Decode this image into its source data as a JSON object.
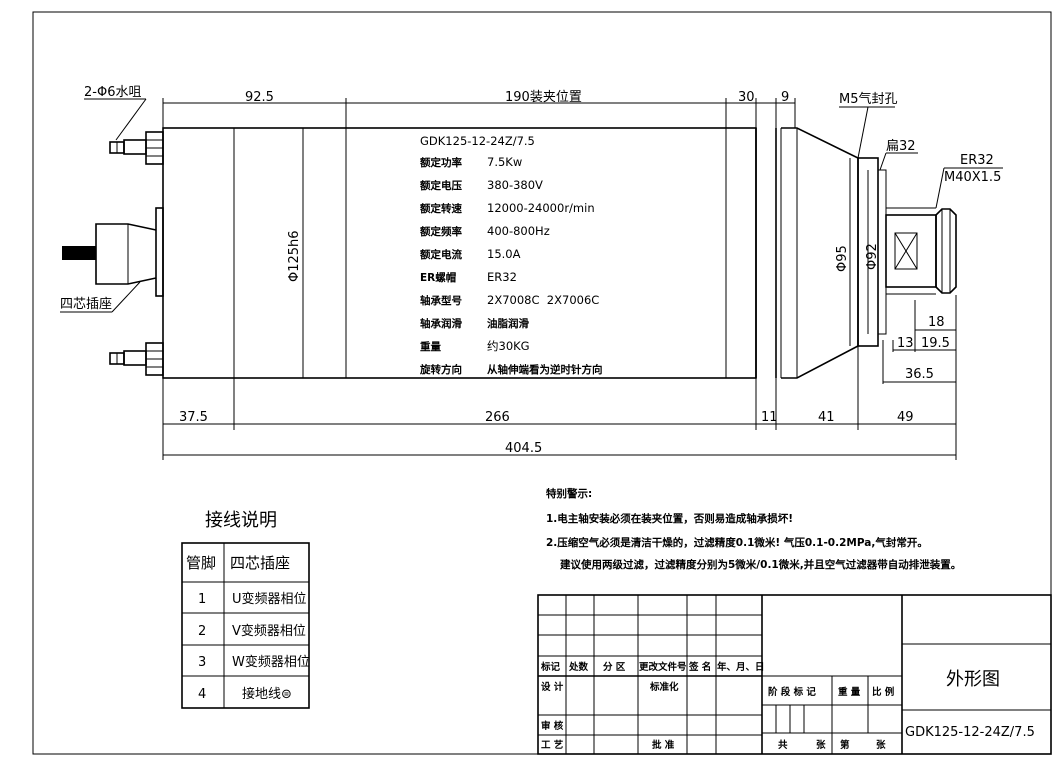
{
  "labels": {
    "water_nozzle": "2-Φ6水咀",
    "four_core_socket": "四芯插座",
    "seal_hole": "M5气封孔",
    "flat": "扁32",
    "er_nut": "ER32",
    "thread": "M40X1.5"
  },
  "dimensions": {
    "d1": "92.5",
    "clamp": "190装夹位置",
    "d30": "30",
    "d9": "9",
    "dia_body": "Φ125h6",
    "dia95": "Φ95",
    "dia92": "Φ92",
    "d18": "18",
    "d13": "13",
    "d195": "19.5",
    "d365": "36.5",
    "d375": "37.5",
    "d266": "266",
    "d11": "11",
    "d41": "41",
    "d49": "49",
    "total": "404.5"
  },
  "spec": {
    "model": "GDK125-12-24Z/7.5",
    "rows": [
      {
        "label": "额定功率",
        "value": "7.5Kw"
      },
      {
        "label": "额定电压",
        "value": "380-380V"
      },
      {
        "label": "额定转速",
        "value": "12000-24000r/min"
      },
      {
        "label": "额定频率",
        "value": "400-800Hz"
      },
      {
        "label": "额定电流",
        "value": "15.0A"
      },
      {
        "label": "ER螺帽",
        "value": "ER32"
      },
      {
        "label": "轴承型号",
        "value": "2X7008C  2X7006C"
      },
      {
        "label": "轴承润滑",
        "value": "油脂润滑"
      },
      {
        "label": "重量",
        "value": "约30KG"
      },
      {
        "label": "旋转方向",
        "value": "从轴伸端看为逆时针方向"
      }
    ]
  },
  "wiring": {
    "title": "接线说明",
    "headers": [
      "管脚",
      "四芯插座"
    ],
    "rows": [
      [
        "1",
        "U变频器相位"
      ],
      [
        "2",
        "V变频器相位"
      ],
      [
        "3",
        "W变频器相位"
      ],
      [
        "4",
        "接地线⊜"
      ]
    ]
  },
  "warning": {
    "title": "特别警示:",
    "line1": "1.电主轴安装必须在装夹位置，否则易造成轴承损坏!",
    "line2": "2.压缩空气必须是清洁干燥的，过滤精度0.1微米! 气压0.1-0.2MPa,气封常开。",
    "line3": "建议使用两级过滤，过滤精度分别为5微米/0.1微米,并且空气过滤器带自动排泄装置。"
  },
  "title_block": {
    "row_labels": [
      "标记",
      "处数",
      "分 区",
      "更改文件号",
      "签 名",
      "年、月、日"
    ],
    "design": "设 计",
    "standard": "标准化",
    "stage": "阶 段 标 记",
    "weight": "重 量",
    "scale": "比 例",
    "review": "审 核",
    "process": "工 艺",
    "approve": "批 准",
    "total_sheets": "共",
    "sheet_unit": "张",
    "sheet_no": "第",
    "sheet_unit2": "张",
    "drawing_name": "外形图",
    "drawing_no": "GDK125-12-24Z/7.5"
  }
}
